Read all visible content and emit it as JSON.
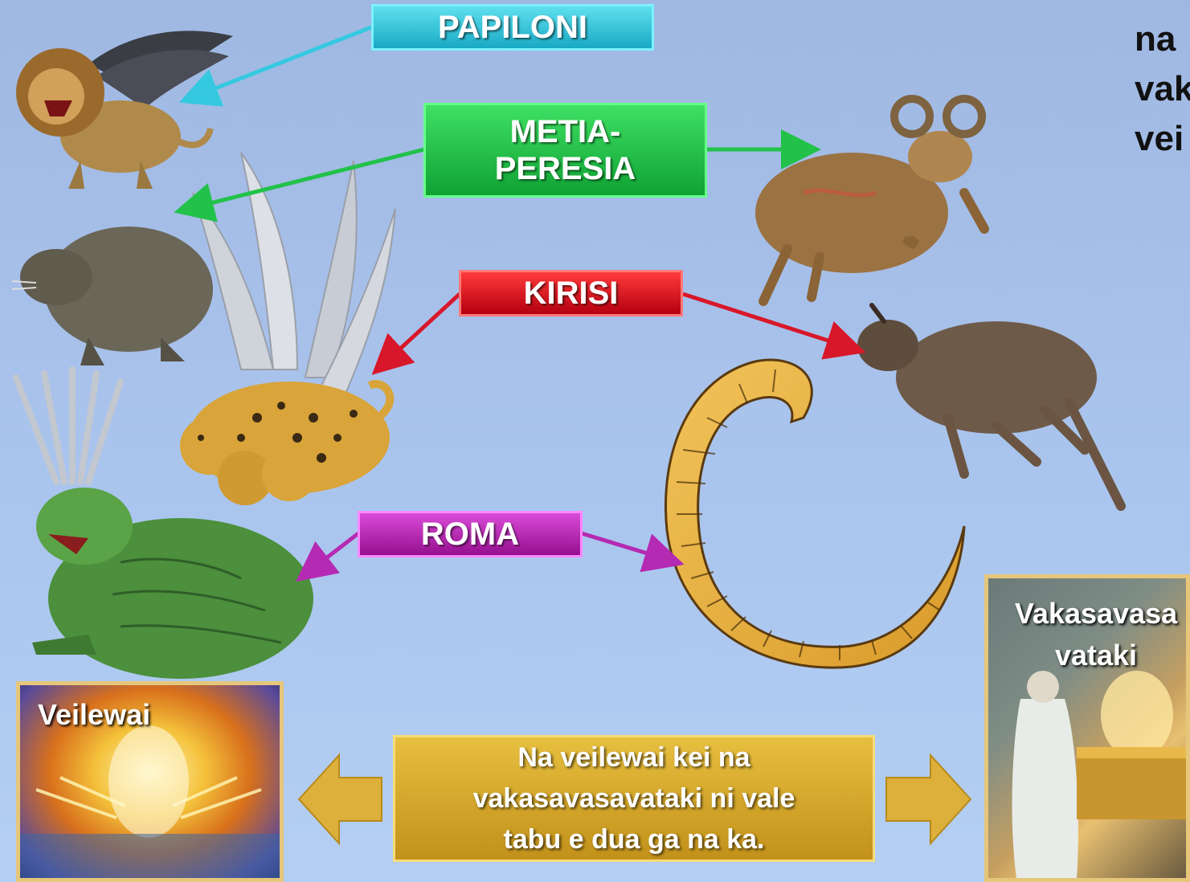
{
  "labels": {
    "babylon": "PAPILONI",
    "medo_persia_1": "METIA-",
    "medo_persia_2": "PERESIA",
    "greece": "KIRISI",
    "rome": "ROMA",
    "center_line1": "Na veilewai kei na",
    "center_line2": "vakasavasavataki ni vale",
    "center_line3": "tabu e dua ga na ka."
  },
  "photos": {
    "judgment": "Veilewai",
    "cleansing_1": "Vakasavasa",
    "cleansing_2": "vataki"
  },
  "side_text": [
    "na",
    "vak",
    "vei"
  ],
  "colors": {
    "cyan": "#1fb5cf",
    "green": "#18b83e",
    "red": "#d41020",
    "purple": "#b224ad",
    "gold": "#d4a52a"
  }
}
